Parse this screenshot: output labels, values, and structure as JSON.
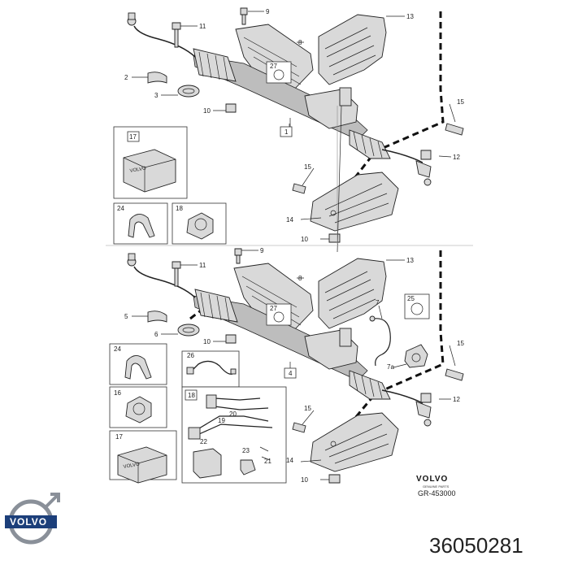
{
  "top_diagram": {
    "callouts": [
      "9",
      "11",
      "13",
      "8",
      "27",
      "2",
      "3",
      "10",
      "1",
      "15",
      "17",
      "12",
      "24",
      "18",
      "15",
      "14",
      "10"
    ]
  },
  "bottom_diagram": {
    "callouts": [
      "9",
      "11",
      "13",
      "8",
      "27",
      "7",
      "5",
      "25",
      "6",
      "10",
      "4",
      "15",
      "24",
      "26",
      "7a",
      "16",
      "18",
      "12",
      "20",
      "19",
      "15",
      "17",
      "22",
      "23",
      "21",
      "14",
      "10"
    ]
  },
  "logo_text": "VOLVO",
  "logo_sub": "GENUINE PARTS",
  "reference": "GR-453000",
  "brand_emblem_text": "VOLVO",
  "part_number": "36050281"
}
